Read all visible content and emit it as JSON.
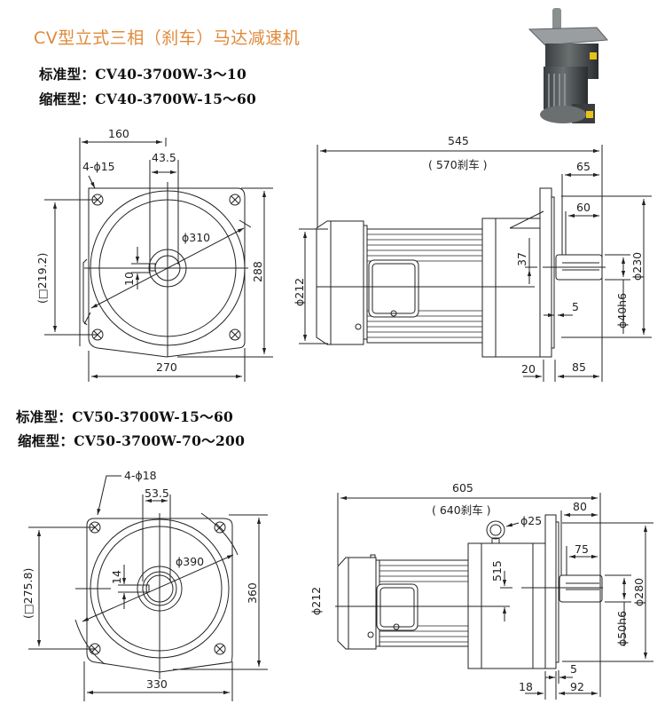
{
  "title": "CV型立式三相（刹车）马达减速机",
  "models_top": {
    "standard": "标准型：CV40-3700W-3～10",
    "compact": "缩框型：CV40-3700W-15～60"
  },
  "models_bottom": {
    "standard": "标准型：CV50-3700W-15～60",
    "compact": "缩框型：CV50-3700W-70～200"
  },
  "photo": {
    "icon": "gear-motor-photo"
  },
  "drawing_top": {
    "front_view": {
      "dim_160": "160",
      "dim_43_5": "43.5",
      "holes": "4-ϕ15",
      "dia_310": "ϕ310",
      "dim_10": "10",
      "dim_219_2": "(□219.2)",
      "dim_288": "288",
      "dim_270": "270"
    },
    "side_view": {
      "dim_545": "545",
      "dim_570": "( 570刹车 )",
      "dim_65": "65",
      "dim_60": "60",
      "dim_37": "37",
      "dia_212": "ϕ212",
      "dia_230": "ϕ230",
      "dia_40h6": "ϕ40h6",
      "dim_5": "5",
      "dim_20": "20",
      "dim_85": "85"
    }
  },
  "drawing_bottom": {
    "front_view": {
      "holes": "4-ϕ18",
      "dim_53_5": "53.5",
      "dia_390": "ϕ390",
      "dim_14": "14",
      "dim_275_8": "(□275.8)",
      "dim_360": "360",
      "dim_330": "330"
    },
    "side_view": {
      "dim_605": "605",
      "dim_640": "( 640刹车 )",
      "dia_25": "ϕ25",
      "dim_80": "80",
      "dim_75": "75",
      "dim_515": "515",
      "dia_212": "ϕ212",
      "dia_280": "ϕ280",
      "dia_50h6": "ϕ50h6",
      "dim_5": "5",
      "dim_18": "18",
      "dim_92": "92"
    }
  }
}
